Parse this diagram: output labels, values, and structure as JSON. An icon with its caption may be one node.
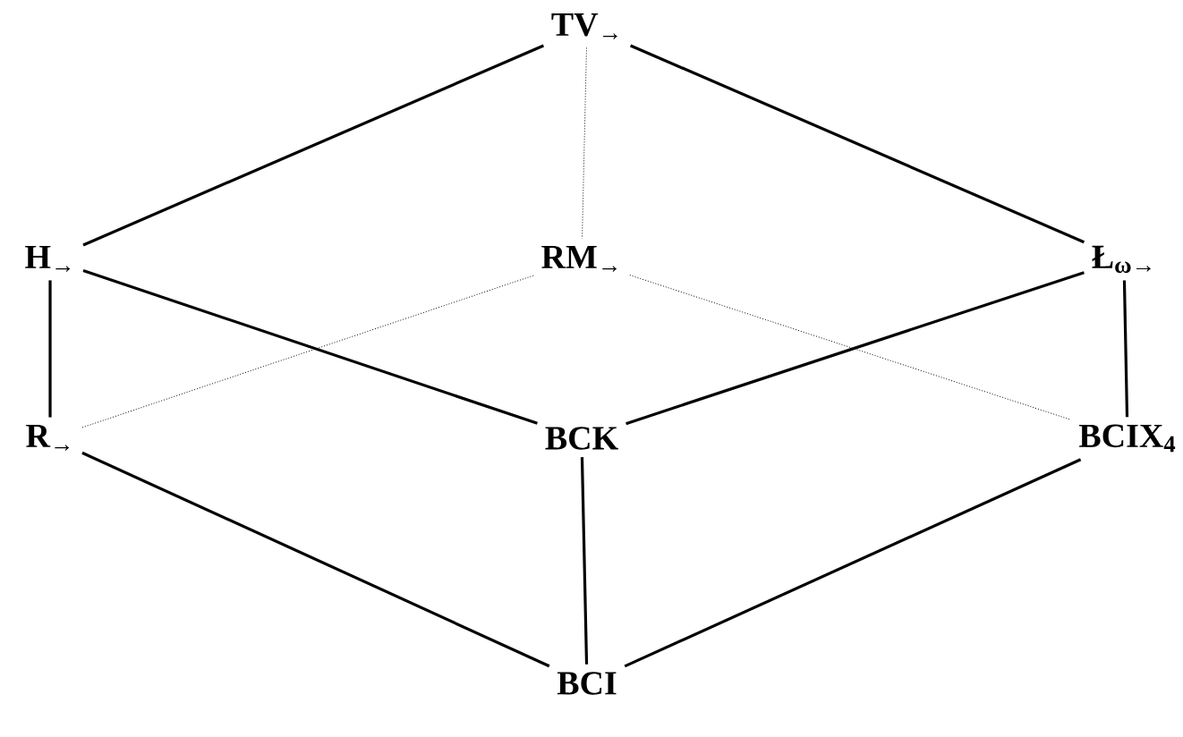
{
  "diagram": {
    "nodes": [
      {
        "text": [
          "TV$_{→}$"
        ]
      },
      {
        "text": [
          "H$_{→}$"
        ]
      },
      {
        "text": [
          "RM$_{→}$"
        ]
      },
      {
        "text": [
          "Ł$_{ω→}$"
        ]
      },
      {
        "text": [
          "R$_{→}$"
        ]
      },
      {
        "text": [
          "BCK"
        ]
      },
      {
        "text": [
          "BCIX$_{4}$"
        ]
      },
      {
        "text": [
          "BCI"
        ]
      }
    ],
    "edges": [
      {
        "from": 0,
        "to": 1,
        "arrow": "none"
      },
      {
        "from": 0,
        "to": 2,
        "arrow": "none",
        "style": "dashed"
      },
      {
        "from": 0,
        "to": 3,
        "arrow": "none"
      },
      {
        "from": 1,
        "to": 4,
        "arrow": "none"
      },
      {
        "from": 1,
        "to": 5,
        "arrow": "none"
      },
      {
        "from": 2,
        "to": 4,
        "arrow": "none",
        "style": "dashed"
      },
      {
        "from": 2,
        "to": 6,
        "arrow": "none",
        "style": "dashed"
      },
      {
        "from": 3,
        "to": 5,
        "arrow": "none"
      },
      {
        "from": 3,
        "to": 6,
        "arrow": "none"
      },
      {
        "from": 4,
        "to": 7,
        "arrow": "none"
      },
      {
        "from": 5,
        "to": 7,
        "arrow": "none"
      },
      {
        "from": 6,
        "to": 7,
        "arrow": "none"
      }
    ]
  }
}
